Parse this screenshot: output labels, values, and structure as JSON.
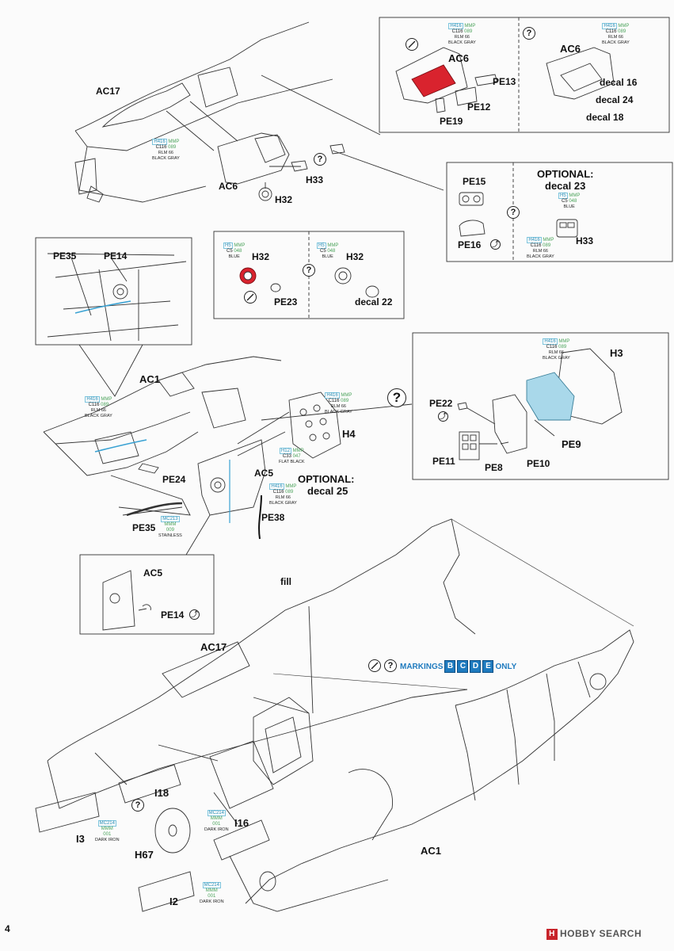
{
  "labels": {
    "ac17_top": "AC17",
    "ac6_main": "AC6",
    "h33_main": "H33",
    "h32_main": "H32",
    "ac6_box1": "AC6",
    "pe13": "PE13",
    "pe12": "PE12",
    "pe19": "PE19",
    "ac6_box2": "AC6",
    "decal16": "decal 16",
    "decal24": "decal 24",
    "decal18": "decal 18",
    "pe15": "PE15",
    "pe16": "PE16",
    "optional23": "OPTIONAL:",
    "decal23": "decal 23",
    "h33_opt": "H33",
    "h32_box1": "H32",
    "pe23": "PE23",
    "h32_box2": "H32",
    "decal22": "decal 22",
    "pe35_box": "PE35",
    "pe14_box": "PE14",
    "ac1_mid": "AC1",
    "pe24": "PE24",
    "pe35": "PE35",
    "ac5": "AC5",
    "h4": "H4",
    "optional25": "OPTIONAL:",
    "decal25": "decal 25",
    "pe38": "PE38",
    "pe22": "PE22",
    "h3": "H3",
    "pe9": "PE9",
    "pe11": "PE11",
    "pe8": "PE8",
    "pe10": "PE10",
    "ac5_box": "AC5",
    "pe14_ac5": "PE14",
    "fill": "fill",
    "ac17_lower": "AC17",
    "i18": "I18",
    "i16": "I16",
    "i3": "I3",
    "h67": "H67",
    "i2": "I2",
    "ac1_lower": "AC1"
  },
  "paints": {
    "rlm66_a": {
      "t": "H416",
      "m": "MMP",
      "c": "C116",
      "n": "089",
      "name": "RLM 66",
      "name2": "BLACK GRAY"
    },
    "rlm66_b": {
      "t": "H416",
      "m": "MMP",
      "c": "C116",
      "n": "089",
      "name": "RLM 66",
      "name2": "BLACK GRAY"
    },
    "rlm66_c": {
      "t": "H416",
      "m": "MMP",
      "c": "C116",
      "n": "089",
      "name": "RLM 66",
      "name2": "BLACK GRAY"
    },
    "rlm66_d": {
      "t": "H416",
      "m": "MMP",
      "c": "C116",
      "n": "089",
      "name": "RLM 66",
      "name2": "BLACK GRAY"
    },
    "rlm66_e": {
      "t": "H416",
      "m": "MMP",
      "c": "C116",
      "n": "089",
      "name": "RLM 66",
      "name2": "BLACK GRAY"
    },
    "rlm66_f": {
      "t": "H416",
      "m": "MMP",
      "c": "C116",
      "n": "089",
      "name": "RLM 66",
      "name2": "BLACK GRAY"
    },
    "rlm66_g": {
      "t": "H416",
      "m": "MMP",
      "c": "C116",
      "n": "089",
      "name": "RLM 66",
      "name2": "BLACK GRAY"
    },
    "rlm66_h": {
      "t": "H416",
      "m": "MMP",
      "c": "C116",
      "n": "089",
      "name": "RLM 66",
      "name2": "BLACK GRAY"
    },
    "blue_a": {
      "t": "H5",
      "m": "MMP",
      "c": "C5",
      "n": "048",
      "name": "BLUE",
      "name2": ""
    },
    "blue_b": {
      "t": "H5",
      "m": "MMP",
      "c": "C5",
      "n": "048",
      "name": "BLUE",
      "name2": ""
    },
    "blue_c": {
      "t": "H5",
      "m": "MMP",
      "c": "C5",
      "n": "048",
      "name": "BLUE",
      "name2": ""
    },
    "flatblack": {
      "t": "H12",
      "m": "MMP",
      "c": "C33",
      "n": "047",
      "name": "FLAT BLACK",
      "name2": ""
    },
    "stainless": {
      "t": "MC213",
      "m": "MMM",
      "c": "",
      "n": "009",
      "name": "STAINLESS",
      "name2": ""
    },
    "darkiron_a": {
      "t": "MC214",
      "m": "MMM",
      "c": "",
      "n": "001",
      "name": "DARK IRON",
      "name2": ""
    },
    "darkiron_b": {
      "t": "MC214",
      "m": "MMM",
      "c": "",
      "n": "001",
      "name": "DARK IRON",
      "name2": ""
    },
    "darkiron_c": {
      "t": "MC214",
      "m": "MMM",
      "c": "",
      "n": "001",
      "name": "DARK IRON",
      "name2": ""
    }
  },
  "markings": {
    "label": "MARKINGS",
    "codes": [
      "B",
      "C",
      "D",
      "E"
    ],
    "suffix": "ONLY",
    "color": "#1f7bbf"
  },
  "symbols": {
    "question": "?",
    "turn": "⤴"
  },
  "page": {
    "number": "4",
    "watermark": "HOBBY SEARCH",
    "watermark_logo": "H"
  },
  "colors": {
    "highlight_red": "#d9232e",
    "highlight_blue": "#a9d8ea",
    "line": "#333333"
  }
}
